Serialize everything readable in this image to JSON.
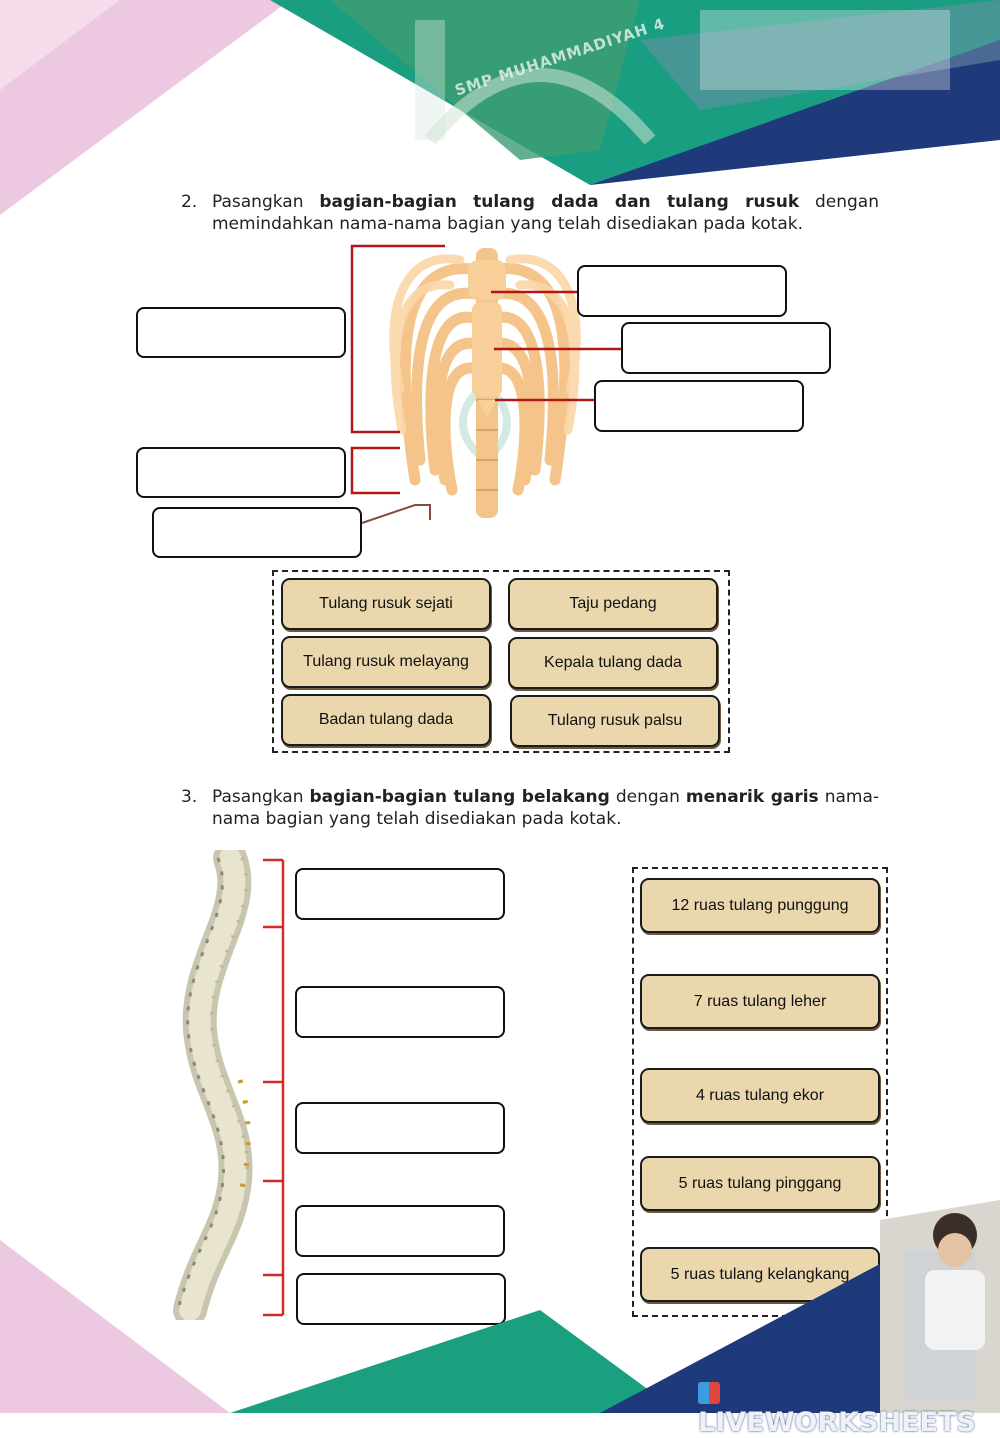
{
  "question2": {
    "number": "2.",
    "pre": "Pasangkan",
    "bold": "bagian-bagian tulang dada dan tulang rusuk",
    "post": "dengan",
    "line2": "memindahkan nama-nama bagian yang telah disediakan pada kotak."
  },
  "question2_options": [
    "Tulang rusuk sejati",
    "Taju pedang",
    "Tulang rusuk melayang",
    "Kepala tulang dada",
    "Badan tulang dada",
    "Tulang rusuk palsu"
  ],
  "question3": {
    "number": "3.",
    "pre": "Pasangkan",
    "bold1": "bagian-bagian tulang belakang",
    "mid": "dengan",
    "bold2": "menarik garis",
    "post": "nama-",
    "line2": "nama bagian yang telah disediakan pada kotak."
  },
  "question3_options": [
    "12 ruas tulang punggung",
    "7 ruas tulang leher",
    "4 ruas tulang ekor",
    "5 ruas tulang pinggang",
    "5 ruas tulang kelangkang"
  ],
  "header_sign": "SMP MUHAMMADIYAH 4",
  "watermark": "LIVEWORKSHEETS",
  "colors": {
    "option_fill": "#ead7ad",
    "teal": "#1aa07e",
    "navy": "#1f3a7a",
    "pink": "#ecc9e0",
    "bracket": "#b01818"
  }
}
